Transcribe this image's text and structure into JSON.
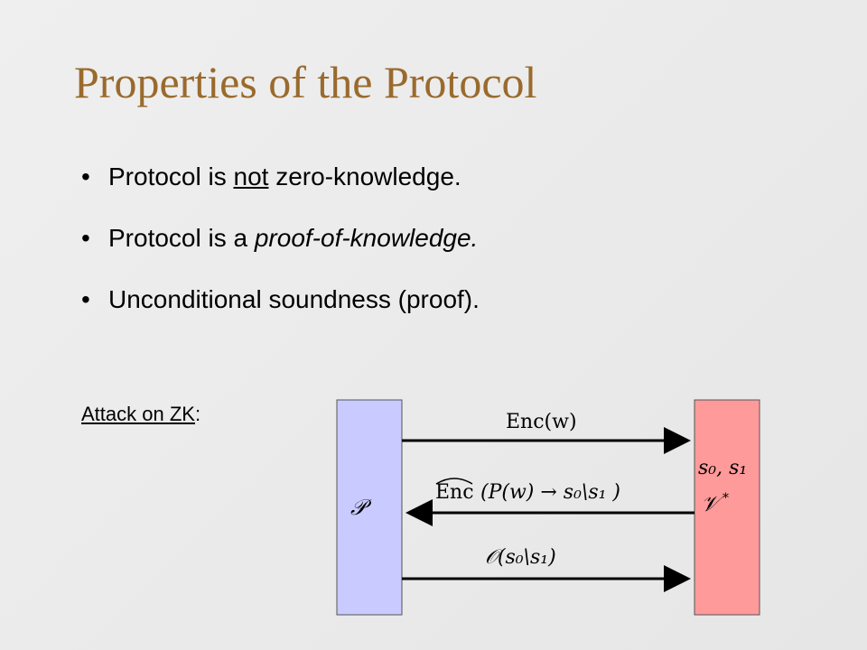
{
  "slide": {
    "title": "Properties of the Protocol",
    "bullet_marker": "•",
    "bullets": [
      {
        "before": "Protocol is ",
        "emph": "not",
        "after": " zero-knowledge."
      },
      {
        "before": "Protocol is a ",
        "emph": "proof-of-knowledge.",
        "after": ""
      },
      {
        "before": "Unconditional soundness (proof).",
        "emph": "",
        "after": ""
      }
    ],
    "attack_label": {
      "underlined": "Attack on ZK",
      "suffix": ":"
    }
  },
  "diagram": {
    "prover_label": "𝒫",
    "verifier_label": "𝒱",
    "verifier_sup": "*",
    "verifier_secrets": "s₀, s₁",
    "msg1": "Enc(w)",
    "msg2_enc": "Enc",
    "msg2_rest": "(P(w) → s₀\\s₁ )",
    "msg3": "𝒪(s₀\\s₁)",
    "colors": {
      "prover_fill": "#c9caff",
      "verifier_fill": "#ff9a9a",
      "title": "#9a6a2d"
    }
  }
}
